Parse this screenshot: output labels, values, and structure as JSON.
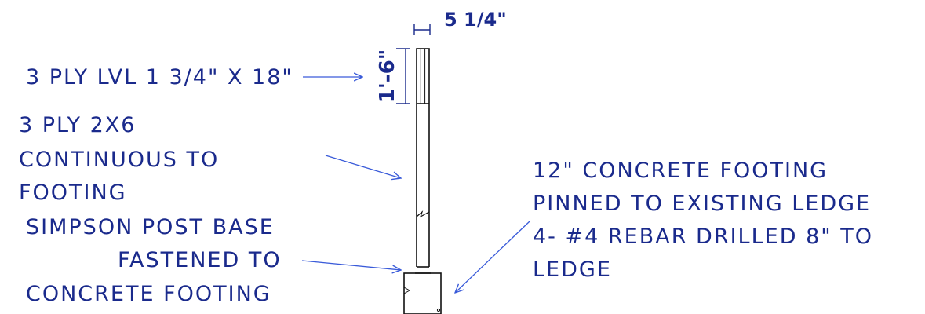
{
  "colors": {
    "annotation": "#1a2a8c",
    "leader": "#3a5bd9",
    "linework": "#111111",
    "background": "#ffffff"
  },
  "dimensions": {
    "width": "5 1/4\"",
    "height": "1'-6\""
  },
  "notes": {
    "lvl": "3 PLY LVL 1 3/4\" X 18\"",
    "post_line1": "3 PLY 2X6",
    "post_line2": "CONTINUOUS TO",
    "post_line3": "FOOTING",
    "base_line1": "SIMPSON POST BASE",
    "base_line2": "FASTENED TO",
    "base_line3": "CONCRETE FOOTING",
    "footing_line1": "12\" CONCRETE FOOTING",
    "footing_line2": "PINNED TO EXISTING LEDGE",
    "footing_line3": "4- #4 REBAR DRILLED 8\" TO",
    "footing_line4": "LEDGE"
  }
}
